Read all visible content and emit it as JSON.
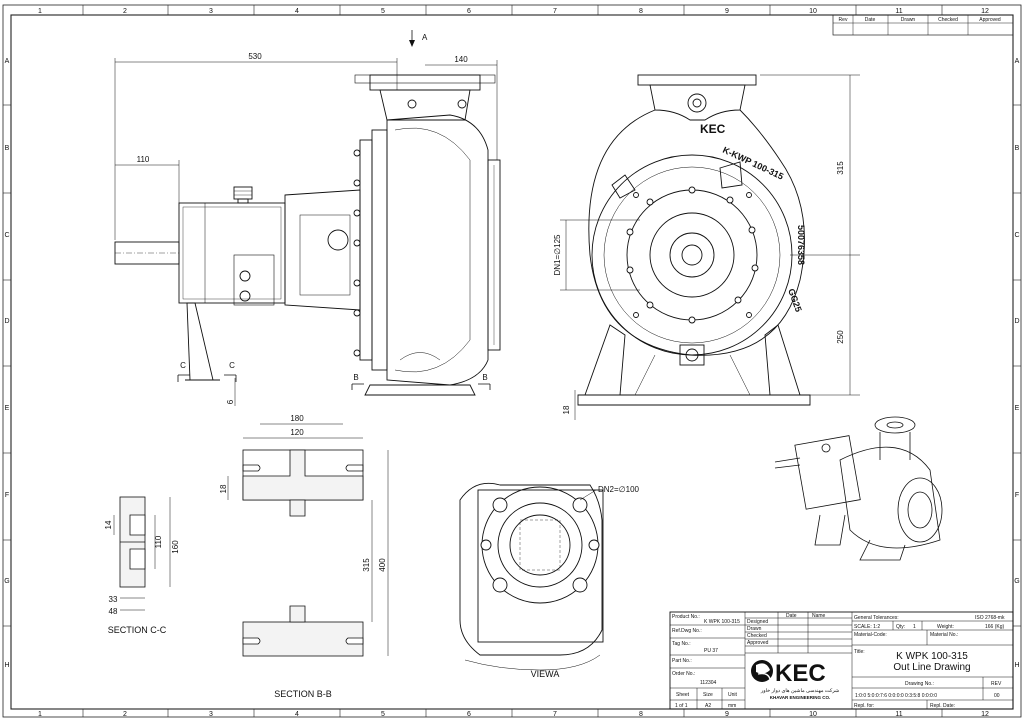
{
  "border": {
    "col_labels": [
      "1",
      "2",
      "3",
      "4",
      "5",
      "6",
      "7",
      "8",
      "9",
      "10",
      "11",
      "12"
    ],
    "row_labels": [
      "A",
      "B",
      "C",
      "D",
      "E",
      "F",
      "G",
      "H"
    ]
  },
  "revision_table": {
    "headers": [
      "Rev",
      "Date",
      "Drawn",
      "Checked",
      "Approved"
    ]
  },
  "views": {
    "view_a_arrow_label": "A",
    "view_a_caption": "VIEWA",
    "section_bb_caption": "SECTION B-B",
    "section_cc_caption": "SECTION C-C",
    "section_b_marker": "B",
    "section_c_marker": "C"
  },
  "casing_marks": {
    "brand": "KEC",
    "model": "K-KWP 100-315",
    "serial": "50076358",
    "material": "GG25"
  },
  "dimensions": {
    "d530": "530",
    "d140": "140",
    "d110": "110",
    "d6": "6",
    "d315_front": "315",
    "d250": "250",
    "d18_front": "18",
    "dn1": "DN1=∅125",
    "dn2": "DN2=∅100",
    "d180": "180",
    "d120": "120",
    "d18_section": "18",
    "d315_section": "315",
    "d400": "400",
    "d14": "14",
    "d110_section": "110",
    "d160": "160",
    "d33": "33",
    "d48": "48"
  },
  "title_block": {
    "product_no_label": "Product No.:",
    "product_no": "K WPK 100-315",
    "ref_dwg_label": "Ref.Dwg No.:",
    "tag_no_label": "Tag No.:",
    "tag_no": "PU 37",
    "part_no_label": "Part No.:",
    "order_no_label": "Order No.:",
    "order_no": "112304",
    "sheet_label": "Sheet",
    "size_label": "Size",
    "unit_label": "Unit",
    "sheet_value": "1 of 1",
    "size_value": "A2",
    "unit_value": "mm",
    "date_label": "Date",
    "name_label": "Name",
    "designed_label": "Designed",
    "drawn_label": "Drawn",
    "checked_label": "Checked",
    "approved_label": "Approved",
    "gen_tol_label": "General Tolerances:",
    "gen_tol_value": "ISO 2768-mk",
    "scale_label": "SCALE: 1:2",
    "qty_label": "Qty:",
    "qty_value": "1",
    "weight_label": "Weight:",
    "weight_value": "166 (Kg)",
    "material_code_label": "Material-Code:",
    "material_no_label": "Material No.:",
    "title_label": "Title:",
    "title_line1": "K WPK 100-315",
    "title_line2": "Out Line Drawing",
    "drawing_no_label": "Drawing No.:",
    "drawing_no": "1:0:0 5:0:0:7:6 0:0:0:0 0:3:5:8 0:0:0:0",
    "rev_label": "REV",
    "rev_value": "00",
    "repl_for_label": "Repl. for:",
    "repl_by_label": "Repl. Date:",
    "logo_text": "KEC",
    "company_fa": "شرکت مهندسی ماشین های دوار خاور",
    "company_en": "KHAVAR ENGINEERING CO."
  }
}
